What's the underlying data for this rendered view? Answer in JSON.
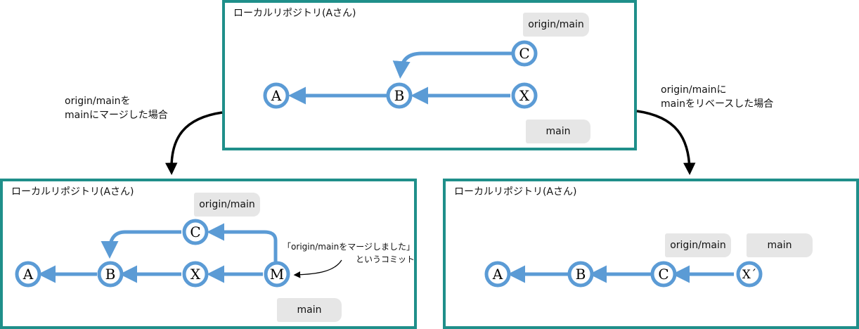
{
  "panels": {
    "top": {
      "title": "ローカルリポジトリ(Aさん)"
    },
    "left": {
      "title": "ローカルリポジトリ(Aさん)"
    },
    "right": {
      "title": "ローカルリポジトリ(Aさん)"
    }
  },
  "captions": {
    "merge": {
      "line1": "origin/mainを",
      "line2": "mainにマージした場合"
    },
    "rebase": {
      "line1": "origin/mainに",
      "line2": "mainをリベースした場合"
    }
  },
  "labels": {
    "top_origin": "origin/main",
    "top_main": "main",
    "left_origin": "origin/main",
    "left_main": "main",
    "right_origin": "origin/main",
    "right_main": "main"
  },
  "merge_note": {
    "line1": "「origin/mainをマージしました」",
    "line2": "というコミット"
  },
  "nodes": {
    "top": [
      "A",
      "B",
      "C",
      "X"
    ],
    "left": [
      "A",
      "B",
      "C",
      "X",
      "M"
    ],
    "right": [
      "A",
      "B",
      "C",
      "X´"
    ]
  },
  "colors": {
    "panel_border": "#1f8f8a",
    "node": "#5b9bd5",
    "label_bg": "#e6e6e6",
    "arrow": "#000000"
  }
}
